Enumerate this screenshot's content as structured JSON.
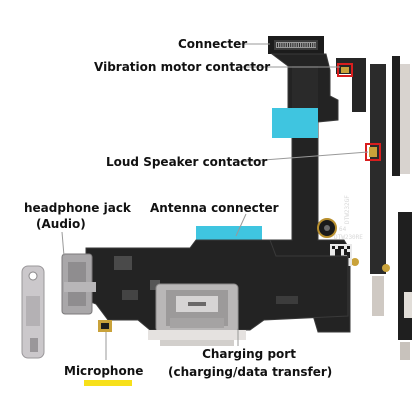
{
  "colors": {
    "flex_dark": "#232323",
    "flex_edge": "#3a3a3a",
    "gold": "#c9a23a",
    "cyan_tape": "#3fc5e0",
    "red_marker": "#d91e1e",
    "highlight_yellow": "#f7e01a",
    "port_gray": "#b9b7b7",
    "jack_gray": "#a9a7a9",
    "text": "#111111"
  },
  "labels": {
    "connecter": "Connecter",
    "vibration": "Vibration motor contactor",
    "loud_speaker": "Loud Speaker contactor",
    "headphone_line1": "headphone jack",
    "headphone_line2": "(Audio)",
    "antenna": "Antenna connecter",
    "charging_line1": "Charging port",
    "charging_line2": "(charging/data transfer)",
    "microphone": "Microphone"
  },
  "board_print": {
    "line1": "DTW232GF",
    "line2": "64",
    "line3": "DTW230RE"
  }
}
